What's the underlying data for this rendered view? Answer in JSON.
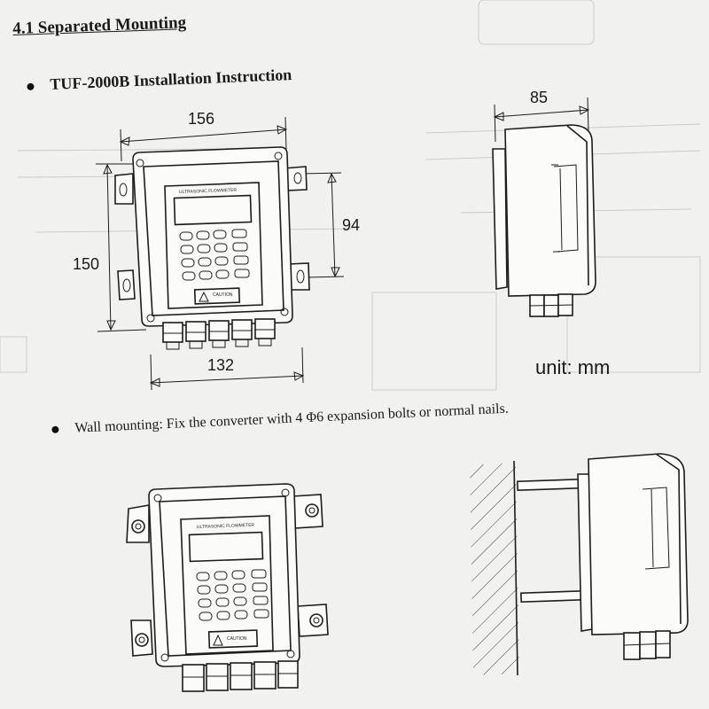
{
  "document": {
    "section_title": "4.1 Separated Mounting",
    "bullet_1": "TUF-2000B Installation Instruction",
    "bullet_2": "Wall mounting: Fix the converter with 4 Φ6 expansion bolts or normal nails.",
    "unit_label": "unit: mm"
  },
  "dimensions": {
    "width_top": "156",
    "height_left": "150",
    "height_right": "94",
    "width_bottom": "132",
    "depth_side": "85"
  },
  "device": {
    "brand_label": "ULTRASONIC FLOWMETER",
    "caution_label": "CAUTION"
  }
}
